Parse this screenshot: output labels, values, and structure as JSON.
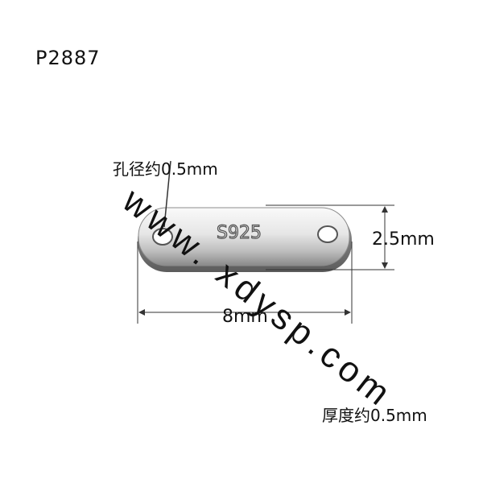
{
  "product": {
    "code": "P2887",
    "stamp_text": "S925"
  },
  "dimensions": {
    "hole_diameter": "孔径约0.5mm",
    "height": "2.5mm",
    "length": "8mm",
    "thickness": "厚度约0.5mm"
  },
  "watermark": {
    "text": "www. xdysp.com"
  },
  "colors": {
    "background": "#ffffff",
    "metal_light": "#f2f2f2",
    "metal_mid": "#c9c9c9",
    "metal_dark": "#6e6e6e",
    "line": "#333333"
  }
}
